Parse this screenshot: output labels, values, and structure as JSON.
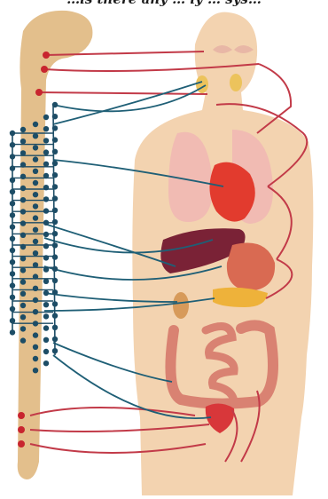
{
  "header_fragment": "…is there any … ly … sys…",
  "colors": {
    "background": "#ffffff",
    "skin": "#f3d3b0",
    "spine": "#e3bf8c",
    "sympathetic_nerve": "#1f5f76",
    "sympathetic_ganglion": "#1d4d66",
    "parasympathetic_nerve": "#c23a48",
    "parasympathetic_ganglion": "#c8252f",
    "lung": "#f0b6b4",
    "heart": "#e23b2e",
    "liver": "#7a2236",
    "stomach": "#d96a52",
    "pancreas": "#eeb23a",
    "intestine": "#d98272",
    "bladder": "#d8373a"
  },
  "icons": [
    "spinal-cord",
    "human-torso",
    "eye",
    "salivary-gland",
    "lung",
    "heart",
    "liver",
    "stomach",
    "pancreas",
    "kidney",
    "intestine",
    "bladder"
  ]
}
